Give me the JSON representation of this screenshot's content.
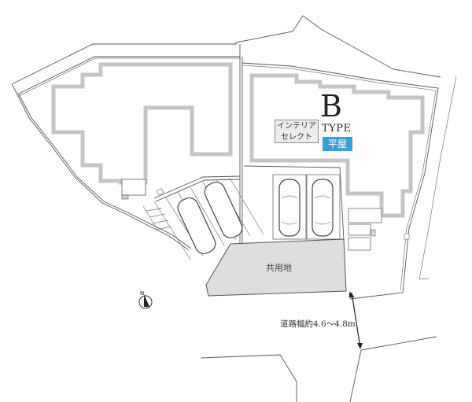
{
  "plan": {
    "type_letter": "B",
    "type_word": "TYPE",
    "flat_badge": "平屋",
    "interior_badge_line1": "インテリア",
    "interior_badge_line2": "セレクト",
    "common_area_label": "共用地",
    "road_width_label": "道路幅約4.6～4.8m",
    "compass_label": "N"
  },
  "colors": {
    "flat_badge_bg": "#3a9fd6",
    "common_area_fill": "#dedede",
    "house_outline": "#c4c4c4"
  }
}
